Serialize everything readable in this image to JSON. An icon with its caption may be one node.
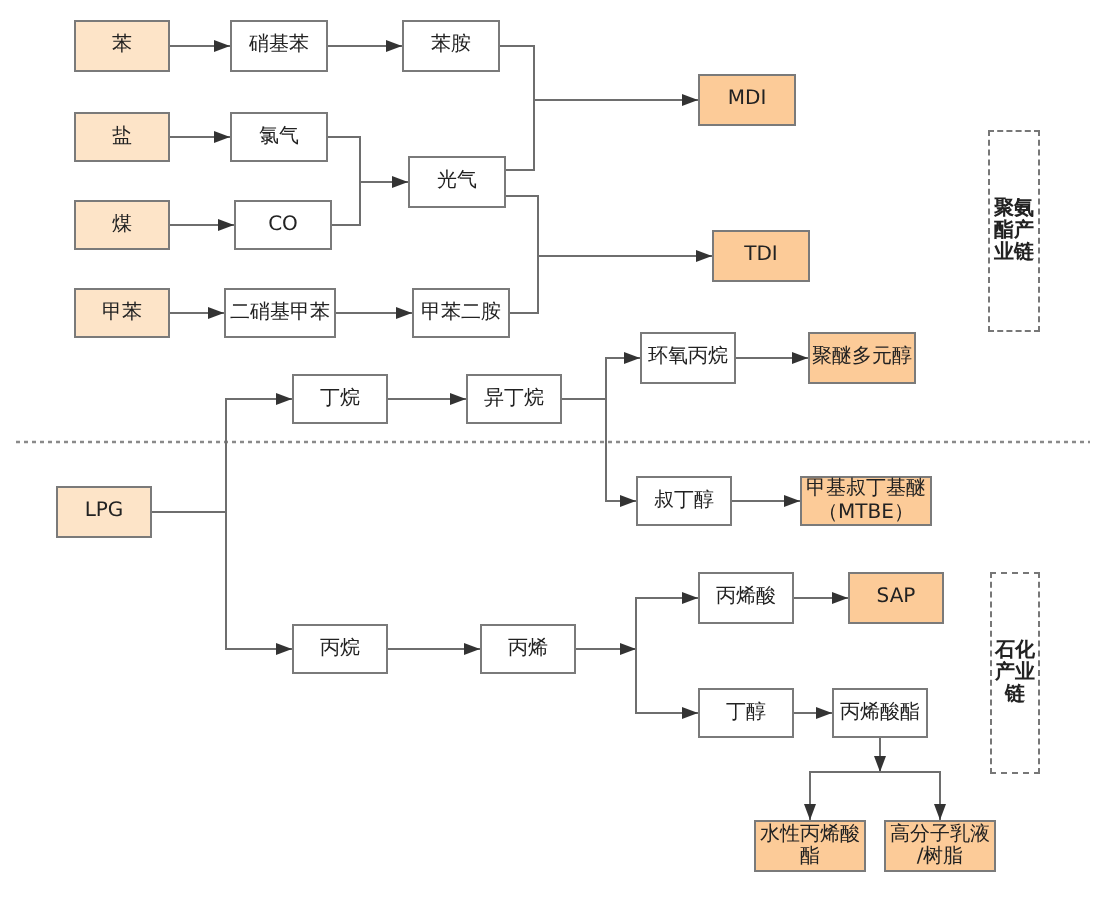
{
  "diagram": {
    "nodes": [
      {
        "text": [
          "苯"
        ]
      },
      {
        "text": [
          "硝基苯"
        ]
      },
      {
        "text": [
          "苯胺"
        ]
      },
      {
        "text": [
          "MDI"
        ]
      },
      {
        "text": [
          "盐"
        ]
      },
      {
        "text": [
          "氯气"
        ]
      },
      {
        "text": [
          "光气"
        ]
      },
      {
        "text": [
          "聚氨酯产业链"
        ]
      },
      {
        "text": [
          "煤"
        ]
      },
      {
        "text": [
          "CO"
        ]
      },
      {
        "text": [
          "TDI"
        ]
      },
      {
        "text": [
          "甲苯"
        ]
      },
      {
        "text": [
          "二硝基甲苯"
        ]
      },
      {
        "text": [
          "甲苯二胺"
        ]
      },
      {
        "text": [
          "环氧丙烷"
        ]
      },
      {
        "text": [
          "聚醚多元醇"
        ]
      },
      {
        "text": [
          "丁烷"
        ]
      },
      {
        "text": [
          "异丁烷"
        ]
      },
      {
        "text": [
          "LPG"
        ]
      },
      {
        "text": [
          "叔丁醇"
        ]
      },
      {
        "text": [
          "甲基叔丁基醚（MTBE）"
        ]
      },
      {
        "text": [
          "丙烯酸"
        ]
      },
      {
        "text": [
          "SAP"
        ]
      },
      {
        "text": [
          "丙烷"
        ]
      },
      {
        "text": [
          "丙烯"
        ]
      },
      {
        "text": [
          "丁醇"
        ]
      },
      {
        "text": [
          "丙烯酸酯"
        ]
      },
      {
        "text": [
          "石化产业链"
        ]
      },
      {
        "text": [
          "水性丙烯酸酯"
        ]
      },
      {
        "text": [
          "高分子乳液/树脂"
        ]
      }
    ],
    "edges": [
      {
        "from": 0,
        "to": 1,
        "arrow": "to"
      },
      {
        "from": 1,
        "to": 2,
        "arrow": "to"
      },
      {
        "from": 4,
        "to": 5,
        "arrow": "to"
      },
      {
        "from": 8,
        "to": 9,
        "arrow": "to"
      },
      {
        "from": 11,
        "to": 12,
        "arrow": "to"
      },
      {
        "from": 12,
        "to": 13,
        "arrow": "to"
      },
      {
        "from": 5,
        "to": 6,
        "arrow": "to"
      },
      {
        "from": 9,
        "to": 6,
        "arrow": "to"
      },
      {
        "from": 2,
        "to": 3,
        "arrow": "to"
      },
      {
        "from": 6,
        "to": 3,
        "arrow": "to"
      },
      {
        "from": 6,
        "to": 10,
        "arrow": "to"
      },
      {
        "from": 13,
        "to": 10,
        "arrow": "to"
      },
      {
        "from": 18,
        "to": 16,
        "arrow": "to"
      },
      {
        "from": 18,
        "to": 23,
        "arrow": "to"
      },
      {
        "from": 16,
        "to": 17,
        "arrow": "to"
      },
      {
        "from": 17,
        "to": 14,
        "arrow": "to"
      },
      {
        "from": 17,
        "to": 19,
        "arrow": "to"
      },
      {
        "from": 14,
        "to": 15,
        "arrow": "to"
      },
      {
        "from": 19,
        "to": 20,
        "arrow": "to"
      },
      {
        "from": 23,
        "to": 24,
        "arrow": "to"
      },
      {
        "from": 24,
        "to": 21,
        "arrow": "to"
      },
      {
        "from": 24,
        "to": 25,
        "arrow": "to"
      },
      {
        "from": 21,
        "to": 22,
        "arrow": "to"
      },
      {
        "from": 25,
        "to": 26,
        "arrow": "to"
      },
      {
        "from": 26,
        "to": 28,
        "arrow": "to"
      },
      {
        "from": 26,
        "to": 29,
        "arrow": "to"
      }
    ]
  }
}
